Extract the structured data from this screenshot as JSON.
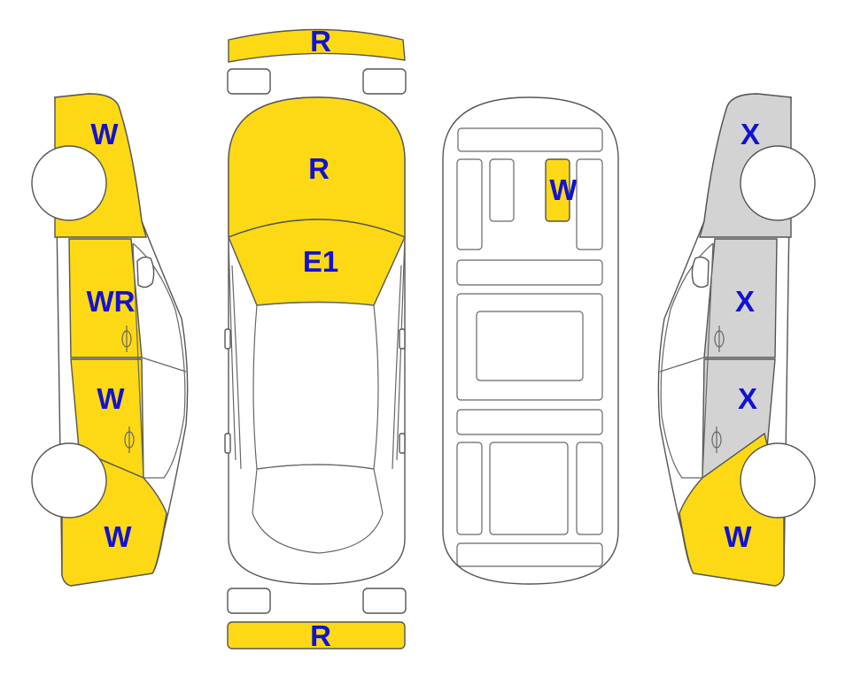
{
  "colors": {
    "damage_fill": "#FCD914",
    "missing_fill": "#D3D3D3",
    "outline": "#555555",
    "code_text": "#1212D2",
    "background": "#FFFFFF"
  },
  "legend_codes": {
    "W": "yellow",
    "WR": "yellow",
    "R": "yellow",
    "E1": "yellow",
    "X": "gray"
  },
  "labels": {
    "front_bumper": "R",
    "rear_bumper": "R",
    "hood": "R",
    "windshield": "E1",
    "interior_seat": "W",
    "left_front_fender": "W",
    "left_front_door": "WR",
    "left_rear_door": "W",
    "left_rear_quarter": "W",
    "right_front_fender": "X",
    "right_front_door": "X",
    "right_rear_door": "X",
    "right_rear_quarter": "W"
  }
}
